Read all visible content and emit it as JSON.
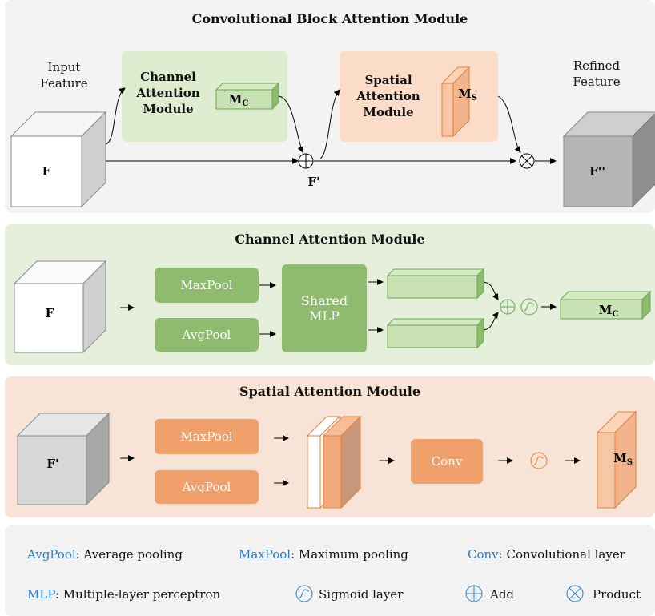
{
  "top": {
    "title": "Convolutional Block Attention Module",
    "input_label": "Input\nFeature",
    "refined_label": "Refined\nFeature",
    "input_cube": "F",
    "channel_module_label": "Channel\nAttention\nModule",
    "spatial_module_label": "Spatial\nAttention\nModule",
    "mc_label": "M",
    "mc_sub": "C",
    "ms_label": "M",
    "ms_sub": "S",
    "f_prime": "F'",
    "f_double_prime": "F''"
  },
  "channel": {
    "title": "Channel Attention Module",
    "cube": "F",
    "maxpool": "MaxPool",
    "avgpool": "AvgPool",
    "mlp": "Shared\nMLP",
    "mc_label": "M",
    "mc_sub": "C"
  },
  "spatial": {
    "title": "Spatial Attention Module",
    "cube": "F'",
    "maxpool": "MaxPool",
    "avgpool": "AvgPool",
    "conv": "Conv",
    "ms_label": "M",
    "ms_sub": "S"
  },
  "legend": {
    "avgpool_key": "AvgPool",
    "avgpool_desc": ": Average pooling",
    "maxpool_key": "MaxPool",
    "maxpool_desc": ": Maximum pooling",
    "conv_key": "Conv",
    "conv_desc": ": Convolutional layer",
    "mlp_key": "MLP",
    "mlp_desc": ": Multiple-layer perceptron",
    "sigmoid_desc": "Sigmoid layer",
    "add_desc": "Add",
    "product_desc": "Product"
  },
  "colors": {
    "green_panel": "#e5efdc",
    "orange_panel": "#f7e4d6",
    "green_box": "#8fbb6f",
    "orange_box": "#f0a06a",
    "legend_key": "#2b7fc8"
  }
}
